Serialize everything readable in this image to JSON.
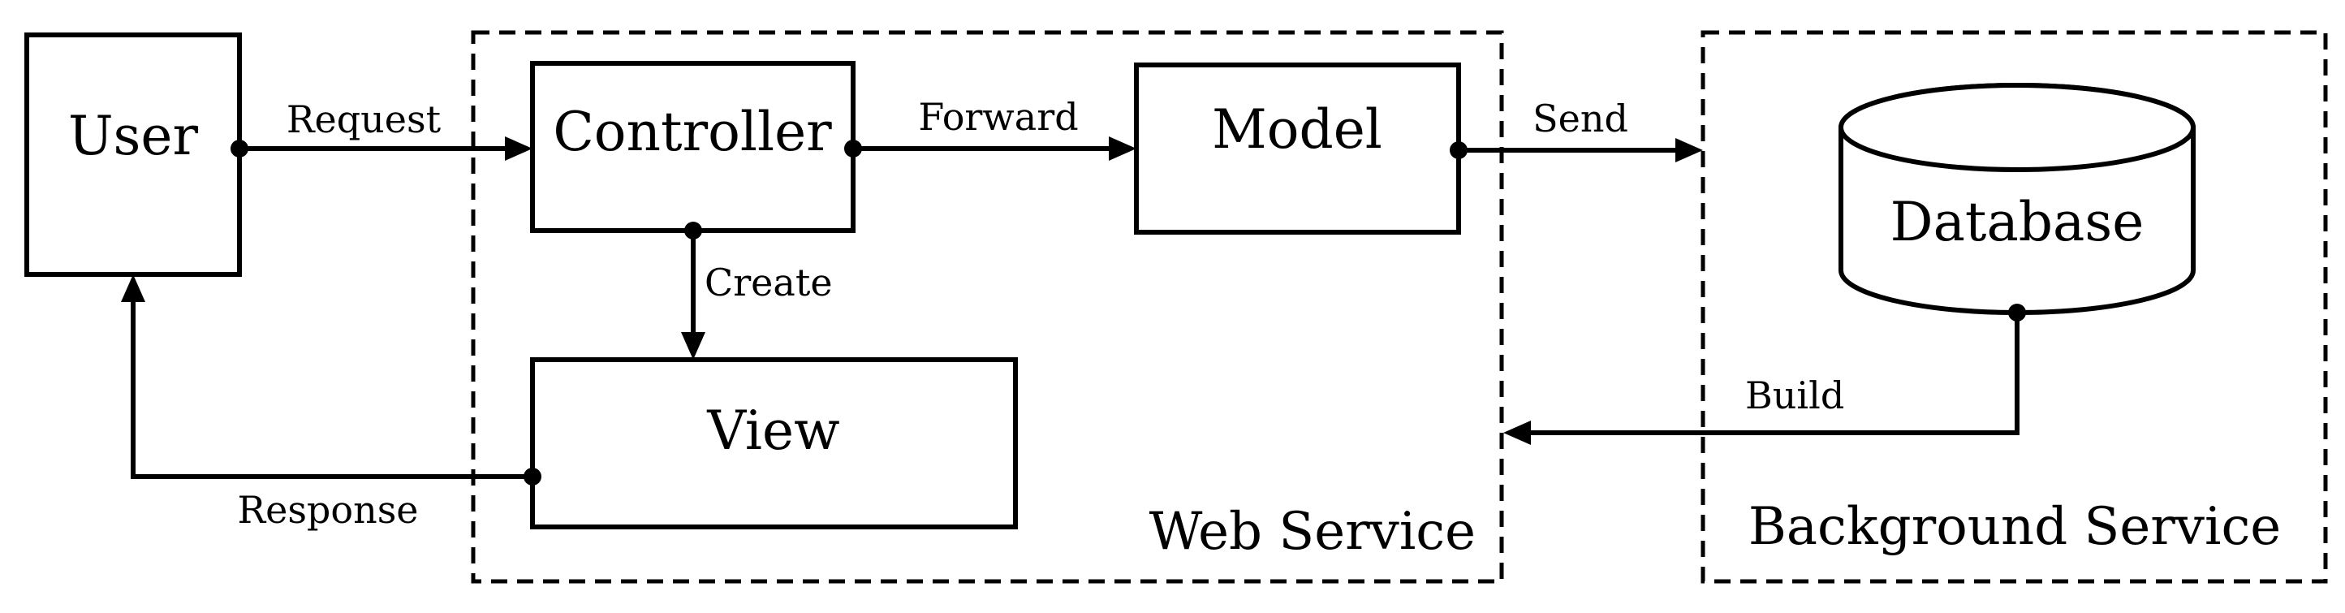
{
  "nodes": {
    "user": "User",
    "controller": "Controller",
    "model": "Model",
    "view": "View",
    "database": "Database"
  },
  "edges": {
    "request": "Request",
    "forward": "Forward",
    "send": "Send",
    "create": "Create",
    "response": "Response",
    "build": "Build"
  },
  "regions": {
    "web_service": "Web Service",
    "background_service": "Background Service"
  }
}
